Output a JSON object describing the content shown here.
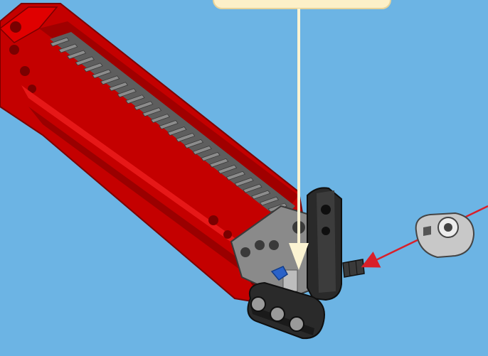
{
  "scene": {
    "title": "",
    "background_color": "#6cb4e4",
    "callout": {
      "text": "",
      "fill": "#fdf0c8",
      "stroke": "#e8d49a"
    },
    "pointer_arrow_color": "#fbf3d2",
    "insert_arrow_color": "#d8202a",
    "parts": {
      "linear_actuator": {
        "name": "linear-actuator",
        "color": "#cc0000",
        "rack_color": "#8c8c8c"
      },
      "vertical_beam": {
        "name": "vertical-liftarm",
        "color": "#2a2a2a"
      },
      "bottom_beam": {
        "name": "three-hole-liftarm",
        "color": "#2a2a2a"
      },
      "gray_connector": {
        "name": "gray-frame-connector",
        "color": "#9a9a9a"
      },
      "blue_pin": {
        "name": "blue-pin",
        "color": "#2a62c8"
      },
      "axle_stub": {
        "name": "axle",
        "color": "#3a3a3a"
      },
      "incoming_part": {
        "name": "axle-pin-connector",
        "color": "#c8c8c8"
      }
    }
  }
}
